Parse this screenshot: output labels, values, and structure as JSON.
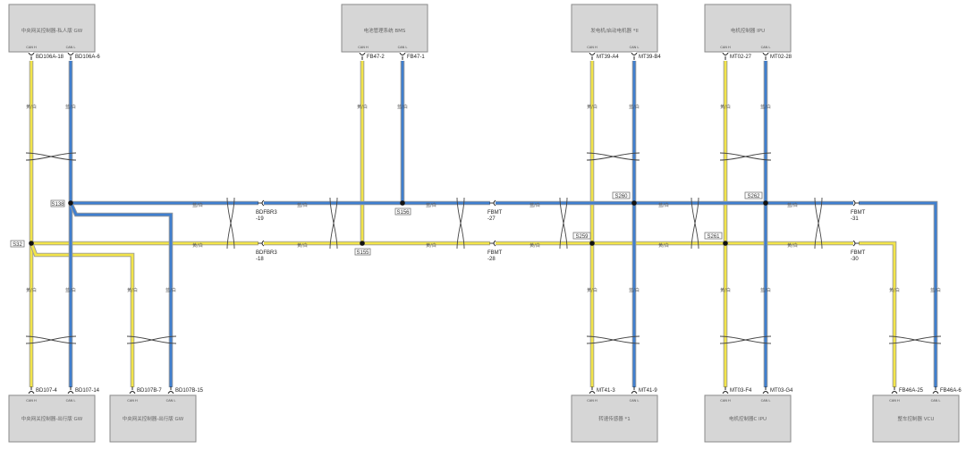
{
  "colors": {
    "can_h": "#f2e44a",
    "can_l": "#3f7fcf"
  },
  "modules": {
    "gw_top": "中央网关控制器-私人版 GW",
    "bms": "电池管理系统 BMS",
    "gen_ctrl": "发电机/启动电机器 *II",
    "ipu": "电机控制器 IPU",
    "gw_bottom1": "中央网关控制器-出行版 GW",
    "gw_bottom2": "中央网关控制器-出行版 GW",
    "sensor": "转速传感器 *1",
    "ipu_c": "电机控制器C IPU",
    "vcu": "整车控制器 VCU"
  },
  "pin_codes": {
    "can_h": "CAN H",
    "can_l": "CAN L"
  },
  "pins": {
    "p1": "BD106A-18",
    "p2": "BD106A-6",
    "p3": "FB47-2",
    "p4": "FB47-1",
    "p5": "MT39-A4",
    "p6": "MT39-B4",
    "p7": "MT02-27",
    "p8": "MT02-28",
    "p9": "BD107-4",
    "p10": "BD107-14",
    "p11": "BD107B-7",
    "p12": "BD107B-15",
    "p13": "MT41-3",
    "p14": "MT41-9",
    "p15": "MT03-F4",
    "p16": "MT03-G4",
    "p17": "FB46A-25",
    "p18": "FB46A-6"
  },
  "wire_colors": {
    "yellow": "黄/白",
    "blue": "蓝/白"
  },
  "splices": {
    "s138": "S138",
    "s32": "S32",
    "s156": "S156",
    "s155": "S155",
    "s260": "S260",
    "s262": "S262",
    "s259": "S259",
    "s261": "S261"
  },
  "connectors": {
    "c1a": "BDFBR3",
    "c1b": "-19",
    "c2a": "BDFBR3",
    "c2b": "-18",
    "c3a": "FBMT",
    "c3b": "-27",
    "c4a": "FBMT",
    "c4b": "-28",
    "c5a": "FBMT",
    "c5b": "-31",
    "c6a": "FBMT",
    "c6b": "-30"
  }
}
